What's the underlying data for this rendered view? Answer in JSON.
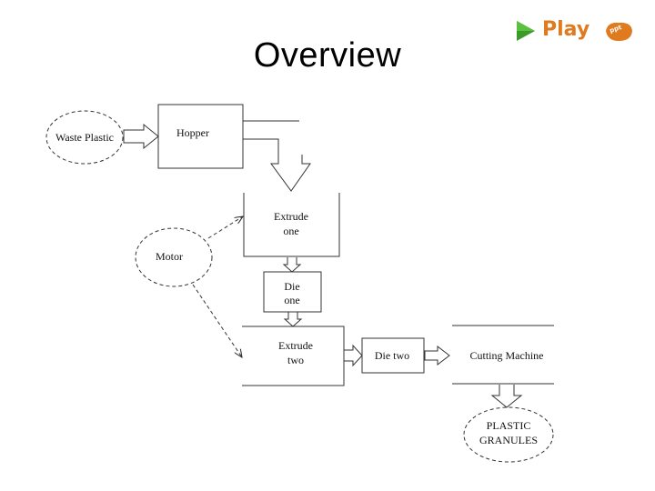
{
  "slide": {
    "title": "Overview"
  },
  "logo": {
    "text": "Play",
    "badge": "ppt"
  },
  "diagram": {
    "waste_plastic": "Waste Plastic",
    "hopper": "Hopper",
    "extrude_one": [
      "Extrude",
      "one"
    ],
    "motor": "Motor",
    "die_one": [
      "Die",
      "one"
    ],
    "extrude_two": [
      "Extrude",
      "two"
    ],
    "die_two": "Die two",
    "cutting_machine": "Cutting Machine",
    "plastic_granules": [
      "PLASTIC",
      "GRANULES"
    ]
  }
}
